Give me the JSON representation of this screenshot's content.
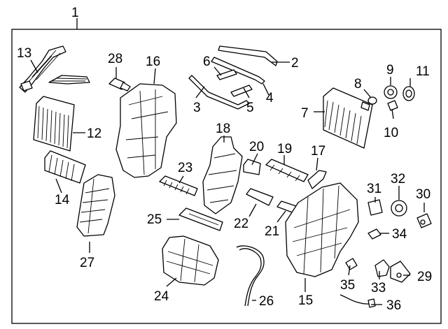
{
  "diagram": {
    "main_callout": "1",
    "callouts": [
      "2",
      "3",
      "4",
      "5",
      "6",
      "7",
      "8",
      "9",
      "10",
      "11",
      "12",
      "13",
      "14",
      "15",
      "16",
      "17",
      "18",
      "19",
      "20",
      "21",
      "22",
      "23",
      "24",
      "25",
      "26",
      "27",
      "28",
      "29",
      "30",
      "31",
      "32",
      "33",
      "34",
      "35",
      "36"
    ]
  }
}
